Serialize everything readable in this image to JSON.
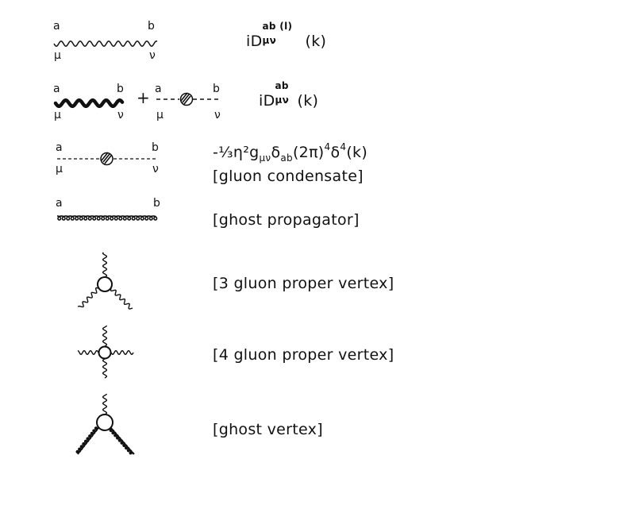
{
  "labels": {
    "a": "a",
    "b": "b",
    "mu": "μ",
    "nu": "ν",
    "plus": "+"
  },
  "rows": [
    {
      "id": "gluon-propagator-1loop",
      "text_prefix": "iD",
      "sup": "ab (l)",
      "sub": "μν",
      "text_suffix": "(k)"
    },
    {
      "id": "gluon-propagator-full",
      "text_prefix": "iD",
      "sup": "ab",
      "sub": "μν",
      "text_suffix": "(k)"
    },
    {
      "id": "gluon-condensate",
      "formula": "-⅓η²g",
      "formula_sub": "μν",
      "formula_mid": "δ",
      "formula_mid_sub": "ab",
      "formula_tail": "(2π)",
      "formula_tail_sup": "4",
      "formula_end": "δ",
      "formula_end_sup": "4",
      "formula_close": "(k)",
      "caption": "[gluon condensate]"
    },
    {
      "id": "ghost-propagator",
      "caption": "[ghost propagator]"
    },
    {
      "id": "three-gluon-vertex",
      "caption": "[3 gluon proper vertex]"
    },
    {
      "id": "four-gluon-vertex",
      "caption": "[4 gluon proper vertex]"
    },
    {
      "id": "ghost-vertex",
      "caption": "[ghost vertex]"
    }
  ]
}
